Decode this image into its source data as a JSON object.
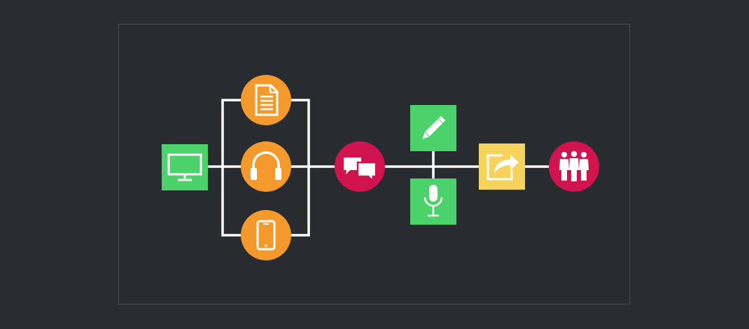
{
  "colors": {
    "background": "#292d31",
    "frame_border": "#4a4f55",
    "connector": "#ffffff",
    "green": "#4cd26a",
    "orange": "#f49a2c",
    "crimson": "#d1134f",
    "yellow": "#f6d35b",
    "icon": "#ffffff"
  },
  "nodes": [
    {
      "id": "tv",
      "shape": "square",
      "color": "green",
      "icon": "tv-icon"
    },
    {
      "id": "document",
      "shape": "circle",
      "color": "orange",
      "icon": "document-icon"
    },
    {
      "id": "headphones",
      "shape": "circle",
      "color": "orange",
      "icon": "headphones-icon"
    },
    {
      "id": "tablet",
      "shape": "circle",
      "color": "orange",
      "icon": "tablet-icon"
    },
    {
      "id": "chat",
      "shape": "circle",
      "color": "crimson",
      "icon": "chat-bubbles-icon"
    },
    {
      "id": "pencil",
      "shape": "square",
      "color": "green",
      "icon": "pencil-icon"
    },
    {
      "id": "microphone",
      "shape": "square",
      "color": "green",
      "icon": "microphone-icon"
    },
    {
      "id": "share",
      "shape": "square",
      "color": "yellow",
      "icon": "share-icon"
    },
    {
      "id": "people",
      "shape": "circle",
      "color": "crimson",
      "icon": "people-icon"
    }
  ]
}
